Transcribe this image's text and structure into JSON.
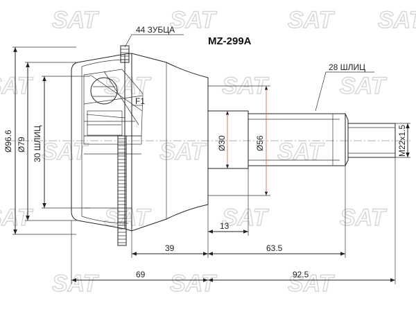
{
  "part_number": "MZ-299A",
  "watermark_text": "SAT",
  "labels": {
    "teeth": "44 ЗУБЦА",
    "outer_splines": "28 ШЛИЦ",
    "inner_splines": "30 ШЛИЦ",
    "f1": "F1",
    "dia_outer": "Ø96.6",
    "dia_79": "Ø79",
    "dia_30": "Ø30",
    "dia_56": "Ø56",
    "thread": "M22x1.5",
    "len_13": "13",
    "len_39": "39",
    "len_63_5": "63.5",
    "len_69": "69",
    "len_92_5": "92.5"
  },
  "colors": {
    "line": "#222222",
    "dimension_red": "#d9534f",
    "watermark": "#d6d6d6"
  }
}
